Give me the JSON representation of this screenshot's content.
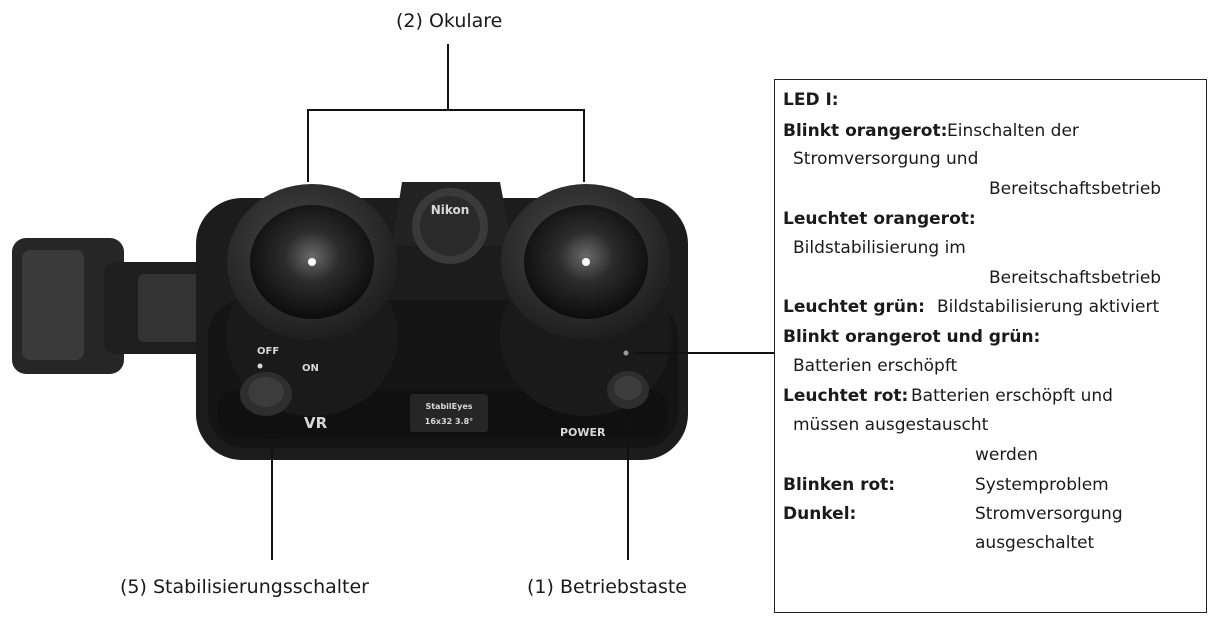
{
  "callouts": {
    "eyepieces": "(2) Okulare",
    "stabilizer_switch": "(5) Stabilisierungsschalter",
    "power_button": "(1) Betriebstaste"
  },
  "device": {
    "brand": "Nikon",
    "label_off": "OFF",
    "label_on": "ON",
    "label_vr": "VR",
    "label_power": "POWER",
    "model_name": "StabilEyes",
    "model_spec": "16x32 3.8°"
  },
  "led_box": {
    "title": "LED I:",
    "entries": [
      {
        "label": "Blinkt orangerot:",
        "text1": "Einschalten der",
        "text2": "Stromversorgung und",
        "text3": "Bereitschaftsbetrieb"
      },
      {
        "label": "Leuchtet orangerot:",
        "text1": "Bildstabilisierung im",
        "text2": "Bereitschaftsbetrieb"
      },
      {
        "label": "Leuchtet grün:",
        "text1": "Bildstabilisierung aktiviert"
      },
      {
        "label": "Blinkt orangerot und grün:",
        "text1": "Batterien erschöpft"
      },
      {
        "label": "Leuchtet rot:",
        "text1": "Batterien erschöpft und",
        "text2": "müssen ausgestauscht",
        "text3": "werden"
      },
      {
        "label": "Blinken rot:",
        "text1": "Systemproblem"
      },
      {
        "label": "Dunkel:",
        "text1": "Stromversorgung",
        "text2": "ausgeschaltet"
      }
    ]
  }
}
